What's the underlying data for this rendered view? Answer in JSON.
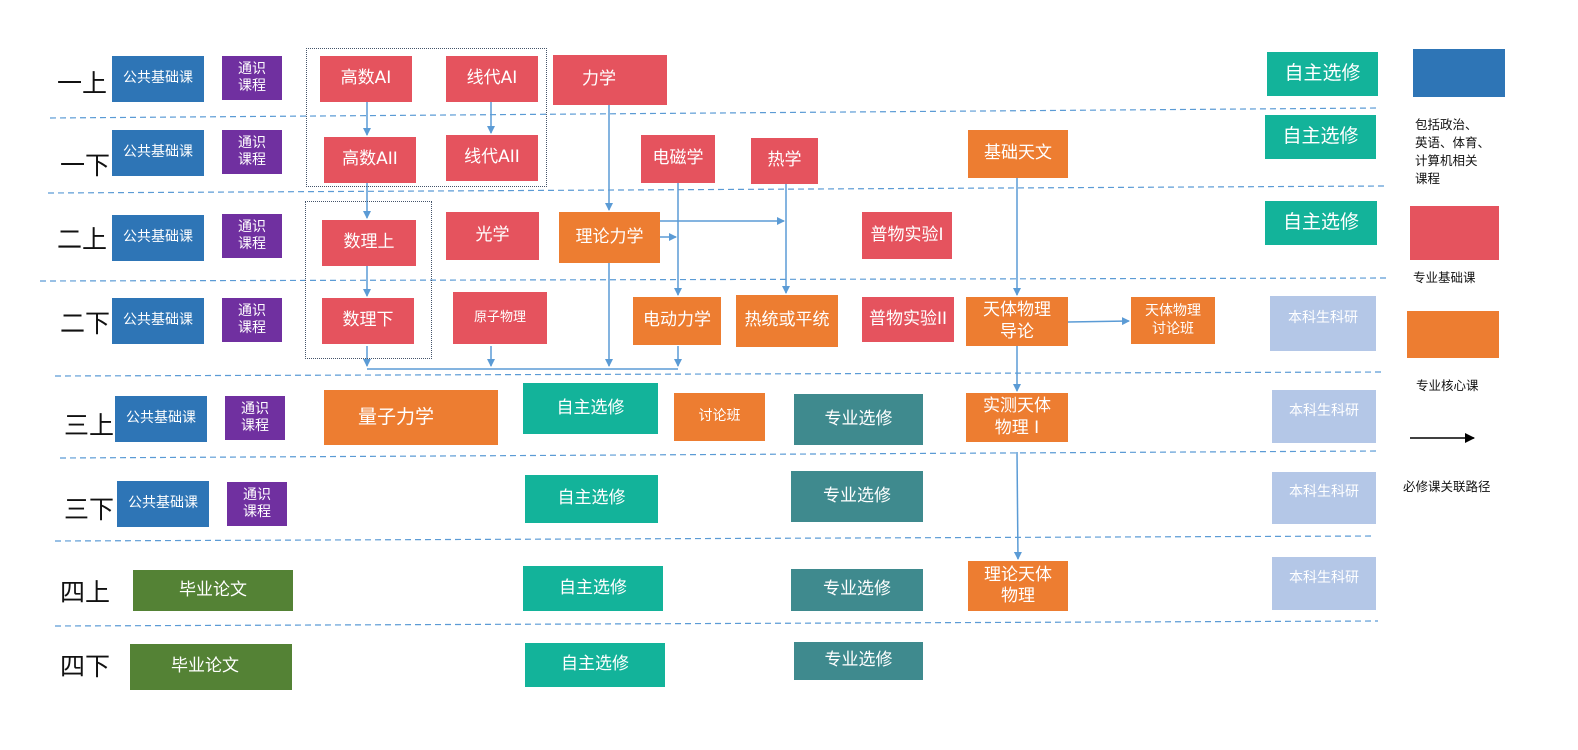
{
  "semesters": [
    "一上",
    "一下",
    "二上",
    "二下",
    "三上",
    "三下",
    "四上",
    "四下"
  ],
  "colors": {
    "public": "#2E75B6",
    "general": "#7030A0",
    "basic": "#E5535E",
    "core": "#ED7D31",
    "elective": "#13B39A",
    "major_elective": "#3F8A8E",
    "research": "#B4C7E7",
    "thesis": "#548235",
    "arrow": "#5B9BD5",
    "divider": "#5B9BD5"
  },
  "courses": {
    "public_1a": "公共基础课",
    "public_1b": "公共基础课",
    "public_2a": "公共基础课",
    "public_2b": "公共基础课",
    "public_3a": "公共基础课",
    "public_3b": "公共基础课",
    "general_1a": "通识\n课程",
    "general_1b": "通识\n课程",
    "general_2a": "通识\n课程",
    "general_2b": "通识\n课程",
    "general_3a": "通识\n课程",
    "general_3b": "通识\n课程",
    "calc_a1": "高数AI",
    "linalg_a1": "线代AI",
    "mechanics": "力学",
    "calc_a2": "高数AII",
    "linalg_a2": "线代AII",
    "electromagnetism": "电磁学",
    "thermal": "热学",
    "basic_astronomy": "基础天文",
    "math_phys_1": "数理上",
    "optics": "光学",
    "theoretical_mechanics": "理论力学",
    "phys_lab_1": "普物实验I",
    "math_phys_2": "数理下",
    "atomic_physics": "原子物理",
    "electrodynamics": "电动力学",
    "thermo_stat": "热统或平统",
    "phys_lab_2": "普物实验II",
    "astrophysics_intro": "天体物理\n导论",
    "astrophysics_seminar": "天体物理\n讨论班",
    "quantum_mechanics": "量子力学",
    "seminar": "讨论班",
    "observational_astro": "实测天体\n物理 I",
    "theoretical_astro": "理论天体\n物理",
    "thesis_4a": "毕业论文",
    "thesis_4b": "毕业论文",
    "elective_1a": "自主选修",
    "elective_1b": "自主选修",
    "elective_2a": "自主选修",
    "elective_3a": "自主选修",
    "elective_3b": "自主选修",
    "elective_4a": "自主选修",
    "elective_4b": "自主选修",
    "major_elective_3a": "专业选修",
    "major_elective_3b": "专业选修",
    "major_elective_4a": "专业选修",
    "major_elective_4b": "专业选修",
    "research_2b": "本科生科研",
    "research_3a": "本科生科研",
    "research_3b": "本科生科研",
    "research_4a": "本科生科研"
  },
  "legend": {
    "public_desc": "包括政治、\n英语、体育、\n计算机相关\n课程",
    "basic_label": "专业基础课",
    "core_label": "专业核心课",
    "arrow_label": "必修课关联路径"
  }
}
